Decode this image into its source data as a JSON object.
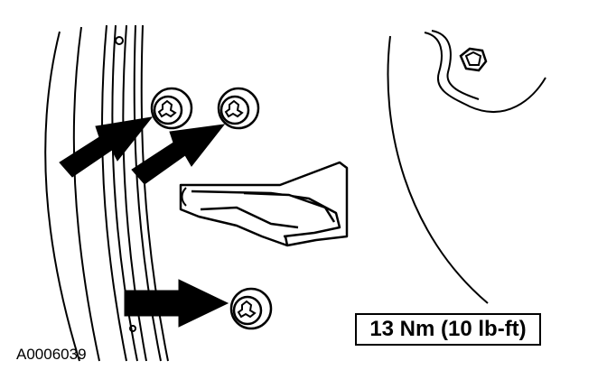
{
  "figure": {
    "torque_label": "13 Nm (10 lb-ft)",
    "figure_id": "A0006039",
    "colors": {
      "ink": "#000000",
      "paper": "#ffffff"
    },
    "parts": [
      "door-frame",
      "torx-bolt",
      "torx-bolt",
      "torx-bolt",
      "door-check-strap",
      "hex-bolt",
      "door-panel-outline"
    ],
    "callouts": [
      "arrow",
      "arrow",
      "arrow"
    ]
  }
}
